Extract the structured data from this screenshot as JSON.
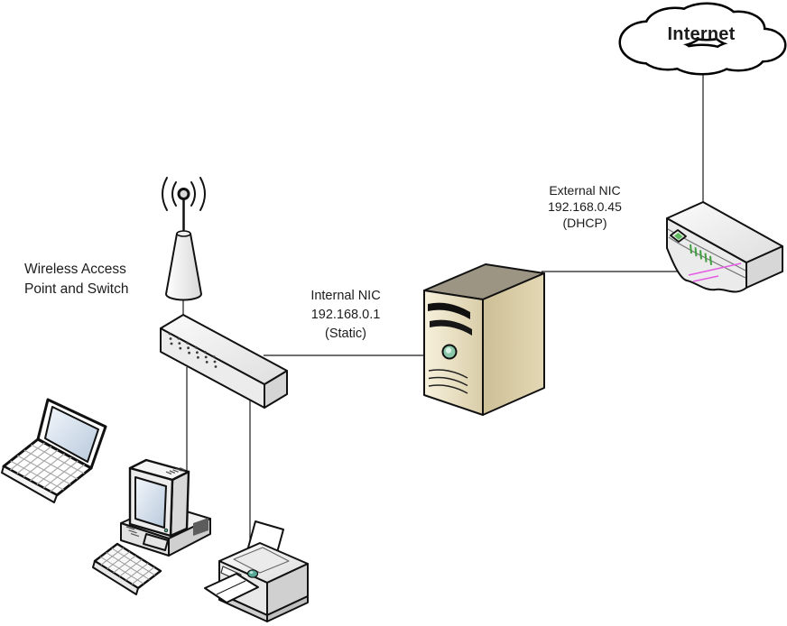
{
  "labels": {
    "internet": "Internet",
    "external_nic": {
      "line1": "External NIC",
      "line2": "192.168.0.45",
      "line3": "(DHCP)"
    },
    "internal_nic": {
      "line1": "Internal NIC",
      "line2": "192.168.0.1",
      "line3": "(Static)"
    },
    "wireless_access_point": {
      "line1": "Wireless Access",
      "line2": "Point and Switch"
    }
  },
  "nodes": [
    "internet-cloud",
    "router",
    "server",
    "wireless-access-point-antenna",
    "switch",
    "laptop",
    "desktop-computer",
    "printer"
  ],
  "connections": [
    {
      "from": "internet-cloud",
      "to": "router"
    },
    {
      "from": "router",
      "to": "server",
      "nic": "External NIC 192.168.0.45 (DHCP)"
    },
    {
      "from": "server",
      "to": "switch",
      "nic": "Internal NIC 192.168.0.1 (Static)"
    },
    {
      "from": "wireless-access-point-antenna",
      "to": "switch"
    },
    {
      "from": "switch",
      "to": "desktop-computer"
    },
    {
      "from": "switch",
      "to": "printer"
    }
  ],
  "colors": {
    "outline": "#111111",
    "connector": "#1a1a1a",
    "server_front": "#f2ebd3",
    "server_side": "#d5c8a1",
    "router_led": "#5cb85c",
    "router_tick": "#3f9f3f",
    "router_accent": "#e45ce4",
    "power_button": "#89c9a9",
    "printer_button": "#55a796",
    "screen_tint": "#c6d2e2"
  }
}
